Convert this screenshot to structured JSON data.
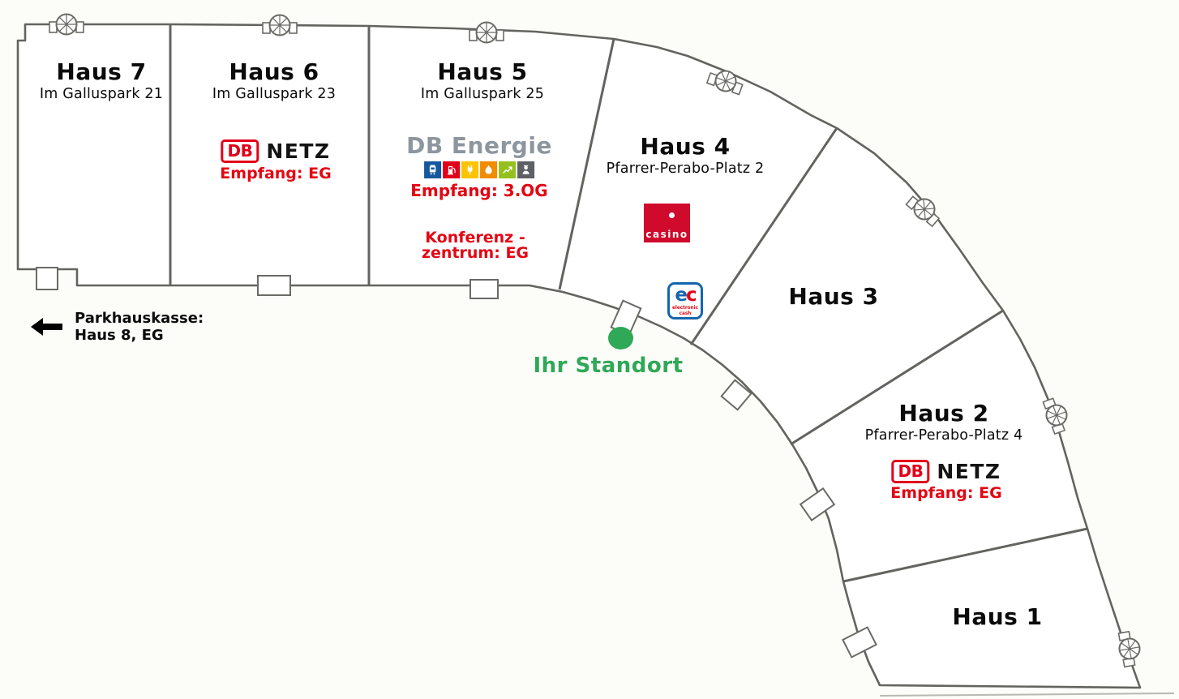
{
  "houses": {
    "h7": {
      "title": "Haus 7",
      "address": "Im Galluspark 21"
    },
    "h6": {
      "title": "Haus 6",
      "address": "Im Galluspark 23",
      "tenant_logo_db": "DB",
      "tenant_logo_name": "NETZ",
      "reception": "Empfang: EG"
    },
    "h5": {
      "title": "Haus 5",
      "address": "Im Galluspark 25",
      "tenant_logo_name": "DB Energie",
      "reception": "Empfang: 3.OG",
      "conference_line1": "Konferenz -",
      "conference_line2": "zentrum: EG"
    },
    "h4": {
      "title": "Haus 4",
      "address": "Pfarrer-Perabo-Platz 2",
      "casino_label": "casino",
      "ec_e": "e",
      "ec_c": "c",
      "ec_caption": "electronic cash"
    },
    "h3": {
      "title": "Haus 3"
    },
    "h2": {
      "title": "Haus 2",
      "address": "Pfarrer-Perabo-Platz 4",
      "tenant_logo_db": "DB",
      "tenant_logo_name": "NETZ",
      "reception": "Empfang: EG"
    },
    "h1": {
      "title": "Haus 1"
    }
  },
  "markers": {
    "your_location": {
      "label": "Ihr Standort",
      "color": "#2fa857"
    },
    "parkhaus": {
      "line1": "Parkhauskasse:",
      "line2": "Haus 8, EG"
    }
  },
  "energie_icons": [
    "train-icon",
    "fuel-pump-icon",
    "plug-icon",
    "flame-icon",
    "growth-chart-icon",
    "service-worker-icon"
  ],
  "energie_icon_colors": [
    "#15589e",
    "#e2001a",
    "#fdc300",
    "#f18b00",
    "#95c11e",
    "#5e6066"
  ],
  "colors": {
    "db_red": "#e2001a",
    "text_red": "#e30613",
    "energie_gray": "#8d969e",
    "outline_gray": "#63635f",
    "location_green": "#2fa857",
    "ec_blue": "#1565ad",
    "casino_red": "#cf0a2c"
  }
}
